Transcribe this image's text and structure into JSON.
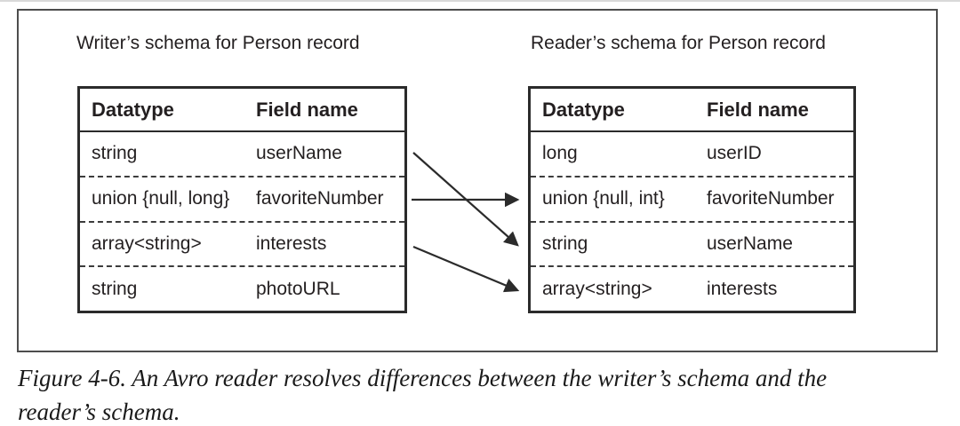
{
  "figure": {
    "caption_lines": [
      "Figure 4-6. An Avro reader resolves differences between the writer’s schema and the",
      "reader’s schema."
    ],
    "writer": {
      "title": "Writer’s schema for Person record",
      "headers": {
        "datatype": "Datatype",
        "field": "Field name"
      },
      "rows": [
        {
          "datatype": "string",
          "field": "userName"
        },
        {
          "datatype": "union {null, long}",
          "field": "favoriteNumber"
        },
        {
          "datatype": "array<string>",
          "field": "interests"
        },
        {
          "datatype": "string",
          "field": "photoURL"
        }
      ]
    },
    "reader": {
      "title": "Reader’s schema for Person record",
      "headers": {
        "datatype": "Datatype",
        "field": "Field name"
      },
      "rows": [
        {
          "datatype": "long",
          "field": "userID"
        },
        {
          "datatype": "union {null, int}",
          "field": "favoriteNumber"
        },
        {
          "datatype": "string",
          "field": "userName"
        },
        {
          "datatype": "array<string>",
          "field": "interests"
        }
      ]
    },
    "arrows": [
      {
        "from": "writer.userName",
        "to": "reader.userName"
      },
      {
        "from": "writer.favoriteNumber",
        "to": "reader.favoriteNumber"
      },
      {
        "from": "writer.interests",
        "to": "reader.interests"
      }
    ],
    "colors": {
      "line": "#2b2b2b",
      "text": "#231f20",
      "frame_border": "#4d4d4d",
      "background": "#ffffff"
    }
  }
}
